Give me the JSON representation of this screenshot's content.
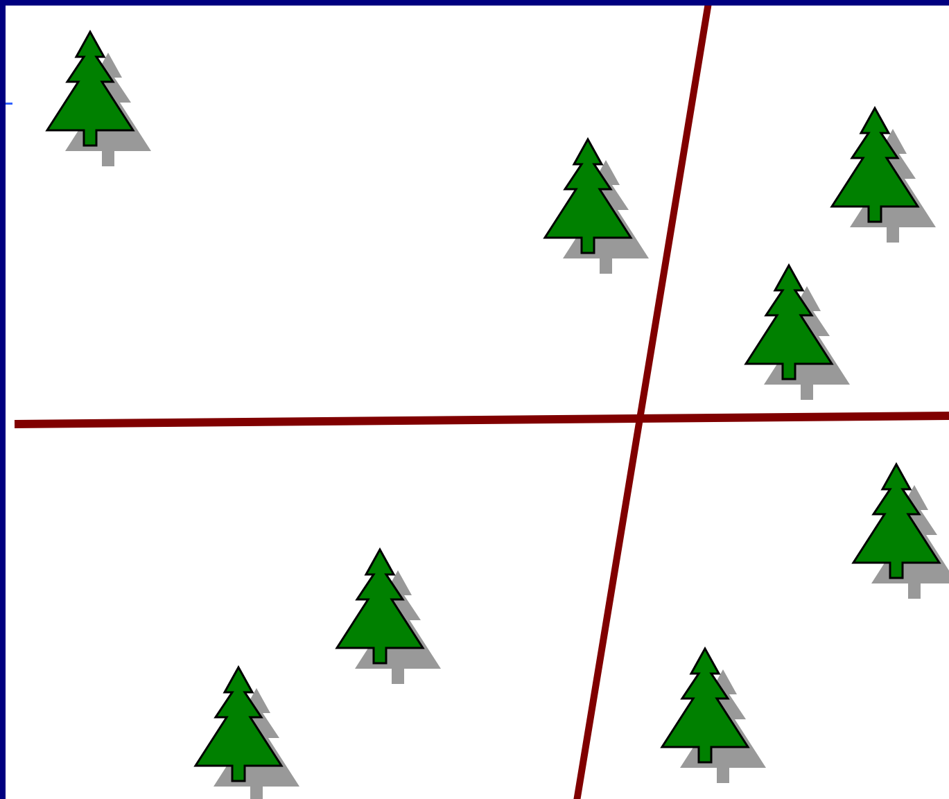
{
  "colors": {
    "frame": "#000080",
    "canvas": "#ffffff",
    "divider": "#800000",
    "tree_fill": "#008000",
    "tree_outline": "#000000",
    "tree_shadow": "#999999"
  },
  "icons": {
    "tree": "fir-tree-icon"
  },
  "trees": [
    {
      "name": "tree-top-left"
    },
    {
      "name": "tree-upper-middle"
    },
    {
      "name": "tree-upper-right"
    },
    {
      "name": "tree-right-middle"
    },
    {
      "name": "tree-lower-right"
    },
    {
      "name": "tree-bottom-right"
    },
    {
      "name": "tree-lower-middle"
    },
    {
      "name": "tree-bottom-left"
    }
  ]
}
